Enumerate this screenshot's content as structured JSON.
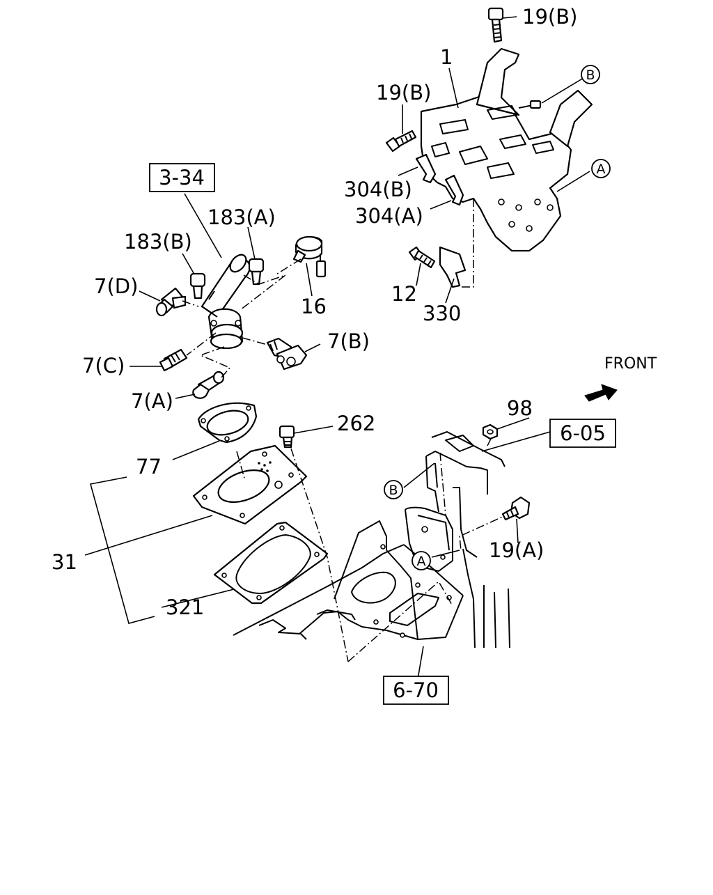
{
  "labels": {
    "l19b_top": "19(B)",
    "l1": "1",
    "l19b_mid": "19(B)",
    "l304b": "304(B)",
    "l304a": "304(A)",
    "l12": "12",
    "l330": "330",
    "l183a": "183(A)",
    "l183b": "183(B)",
    "l7d": "7(D)",
    "l16": "16",
    "l7b": "7(B)",
    "l7c": "7(C)",
    "l7a": "7(A)",
    "l262": "262",
    "l77": "77",
    "l31": "31",
    "l321": "321",
    "l98": "98",
    "l19a": "19(A)"
  },
  "refs": {
    "r334": "3-34",
    "r605": "6-05",
    "r670": "6-70"
  },
  "callouts": {
    "cB_top": "B",
    "cA_top": "A",
    "cB_low": "B",
    "cA_low": "A"
  },
  "front": "FRONT",
  "icons": {
    "front_arrow": "front-direction-arrow-icon"
  }
}
